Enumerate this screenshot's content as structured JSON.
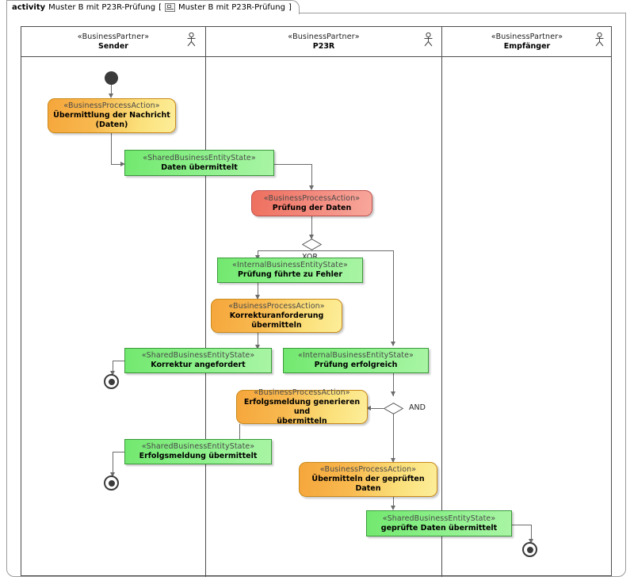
{
  "frame": {
    "keyword": "activity",
    "title": "Muster B mit P23R-Prüfung",
    "tab_icon": "diagram-icon",
    "tab_label": "Muster B mit P23R-Prüfung"
  },
  "lanes": [
    {
      "stereotype": "«BusinessPartner»",
      "name": "Sender",
      "actor_icon": "actor-stick-figure-icon"
    },
    {
      "stereotype": "«BusinessPartner»",
      "name": "P23R",
      "actor_icon": "actor-stick-figure-icon"
    },
    {
      "stereotype": "«BusinessPartner»",
      "name": "Empfänger",
      "actor_icon": "actor-stick-figure-icon"
    }
  ],
  "nodes": {
    "n1": {
      "stereotype": "«BusinessProcessAction»",
      "line1": "Übermittlung der Nachricht",
      "line2": "(Daten)"
    },
    "n2": {
      "stereotype": "«SharedBusinessEntityState»",
      "line1": "Daten übermittelt"
    },
    "n3": {
      "stereotype": "«BusinessProcessAction»",
      "line1": "Prüfung der Daten"
    },
    "n4": {
      "stereotype": "«InternalBusinessEntityState»",
      "line1": "Prüfung führte zu Fehler"
    },
    "n5": {
      "stereotype": "«BusinessProcessAction»",
      "line1": "Korrekturanforderung",
      "line2": "übermitteln"
    },
    "n6": {
      "stereotype": "«SharedBusinessEntityState»",
      "line1": "Korrektur angefordert"
    },
    "n7": {
      "stereotype": "«InternalBusinessEntityState»",
      "line1": "Prüfung erfolgreich"
    },
    "n8": {
      "stereotype": "«BusinessProcessAction»",
      "line1": "Erfolgsmeldung generieren und",
      "line2": "übermitteln"
    },
    "n9": {
      "stereotype": "«SharedBusinessEntityState»",
      "line1": "Erfolgsmeldung übermittelt"
    },
    "n10": {
      "stereotype": "«BusinessProcessAction»",
      "line1": "Übermitteln der geprüften Daten"
    },
    "n11": {
      "stereotype": "«SharedBusinessEntityState»",
      "line1": "geprüfte Daten übermittelt"
    }
  },
  "gates": {
    "xor": "XOR",
    "and": "AND"
  },
  "control_nodes": {
    "initial": "initial-node",
    "final_1": "activity-final-node",
    "final_2": "activity-final-node",
    "final_3": "activity-final-node"
  },
  "colors": {
    "action_start": "#f5a63b",
    "action_end": "#fdee9a",
    "action_red_start": "#ee6f5e",
    "action_red_end": "#f8a79c",
    "state_start": "#72e86f",
    "state_end": "#a9f5a5",
    "border_lane": "#4d4d4d",
    "edge": "#6b6b6b"
  }
}
